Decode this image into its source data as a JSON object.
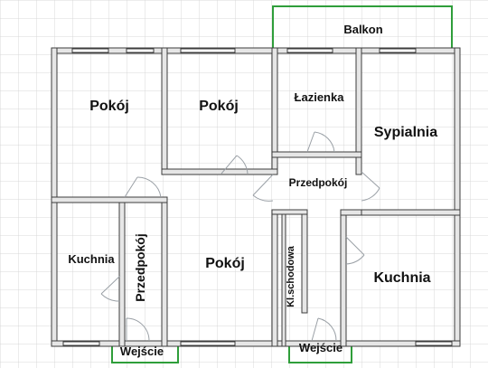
{
  "colors": {
    "background": "#ffffff",
    "grid": "#d9d9d9",
    "wall_fill": "#e6e6e6",
    "wall_stroke": "#3c3c3c",
    "window": "#ffffff",
    "door_arc": "#9aa0a6",
    "exterior_highlight": "#2f9e3a",
    "text": "#111111"
  },
  "labels": {
    "balcony": "Balkon",
    "room_top_left": "Pokój",
    "room_top_middle": "Pokój",
    "bathroom": "Łazienka",
    "bedroom": "Sypialnia",
    "hall_center": "Przedpokój",
    "kitchen_left": "Kuchnia",
    "hall_left": "Przedpokój",
    "room_bottom_middle": "Pokój",
    "staircase": "Kl.schodowa",
    "kitchen_right": "Kuchnia",
    "entrance_left": "Wejście",
    "entrance_right": "Wejście"
  }
}
